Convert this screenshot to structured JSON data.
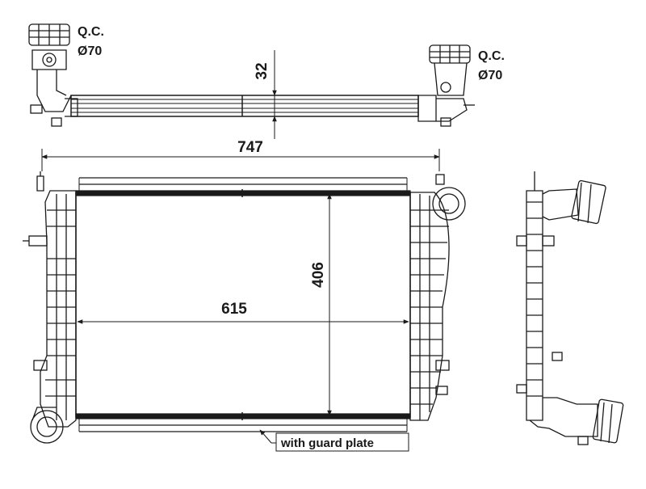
{
  "top_view": {
    "left_label_qc": "Q.C.",
    "left_label_dia": "Ø70",
    "right_label_qc": "Q.C.",
    "right_label_dia": "Ø70",
    "thickness": "32"
  },
  "front_view": {
    "overall_width": "747",
    "core_width": "615",
    "core_height": "406",
    "guard_note": "with guard plate"
  }
}
